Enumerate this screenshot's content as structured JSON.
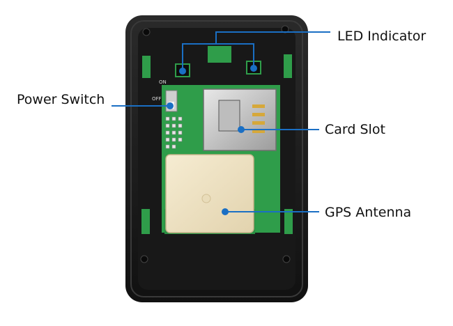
{
  "labels": {
    "led_indicator": "LED Indicator",
    "power_switch": "Power Switch",
    "card_slot": "Card Slot",
    "gps_antenna": "GPS Antenna"
  },
  "board_silkscreen": {
    "on": "ON",
    "off": "OFF"
  },
  "colors": {
    "callout": "#1a6fc4",
    "housing": "#1c1c1c",
    "pcb": "#2f9d4a",
    "antenna": "#efe3c4"
  }
}
